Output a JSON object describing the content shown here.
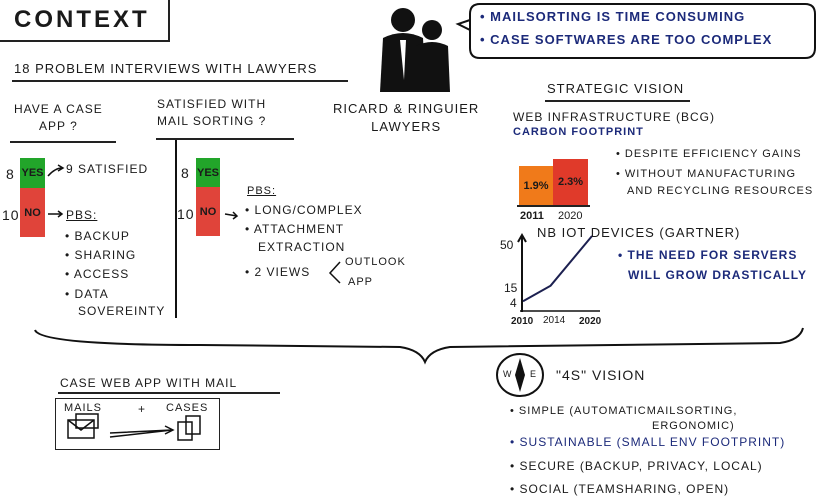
{
  "title": "CONTEXT",
  "quote": {
    "items": [
      "Mailsorting is time consuming",
      "Case softwares are too complex"
    ],
    "color": "#1c2a7a"
  },
  "interviews": {
    "heading": "18 problem interviews with lawyers",
    "q1": {
      "question_line1": "Have a case",
      "question_line2": "app ?",
      "yes_count": "8",
      "yes_label": "YES",
      "no_count": "10",
      "no_label": "NO",
      "yes_note": "9 satisfied",
      "pbs_label": "PBS:",
      "problems": [
        "Backup",
        "Sharing",
        "Access",
        "Data",
        "Sovereinty"
      ]
    },
    "q2": {
      "question_line1": "Satisfied with",
      "question_line2": "mail sorting ?",
      "yes_count": "8",
      "yes_label": "YES",
      "no_count": "10",
      "no_label": "NO",
      "pbs_label": "PBS:",
      "problems": [
        "Long/complex",
        "Attachment",
        "extraction",
        "2 views"
      ],
      "views": [
        "Outlook",
        "App"
      ]
    }
  },
  "firm": {
    "line1": "Ricard & Ringuier",
    "line2": "Lawyers"
  },
  "strategic": {
    "heading": "Strategic vision",
    "web_infra": "Web infrastructure (BCG)",
    "carbon": "Carbon footprint",
    "bullets": [
      "Despite efficiency gains",
      "Without manufacturing",
      "and recycling resources"
    ],
    "iot_title": "NB IoT devices (Gartner)",
    "servers_line1": "The need for servers",
    "servers_line2": "will grow drastically"
  },
  "chart_data": [
    {
      "type": "bar",
      "title": "Carbon footprint",
      "categories": [
        "2011",
        "2020"
      ],
      "values": [
        1.9,
        2.3
      ],
      "labels": [
        "1.9%",
        "2.3%"
      ],
      "colors": [
        "#f07a1a",
        "#e03a2a"
      ]
    },
    {
      "type": "line",
      "title": "NB IoT devices (Gartner)",
      "x": [
        "2010",
        "2014",
        "2020"
      ],
      "xnum": [
        2010,
        2014,
        2020
      ],
      "values": [
        4,
        15,
        50
      ],
      "ytick_labels": [
        "4",
        "15",
        "50"
      ],
      "ylim": [
        0,
        50
      ]
    }
  ],
  "solution": {
    "heading": "Case web app with mail",
    "mails": "Mails",
    "plus": "+",
    "cases": "Cases"
  },
  "vision": {
    "compass_w": "W",
    "compass_e": "E",
    "heading": "\"4S\" vision",
    "simple": "Simple (automaticmailsorting,",
    "simple2": "ergonomic)",
    "sustainable": "Sustainable (small env footprint)",
    "secure": "Secure (backup, privacy, local)",
    "social": "Social (teamsharing, open)"
  }
}
